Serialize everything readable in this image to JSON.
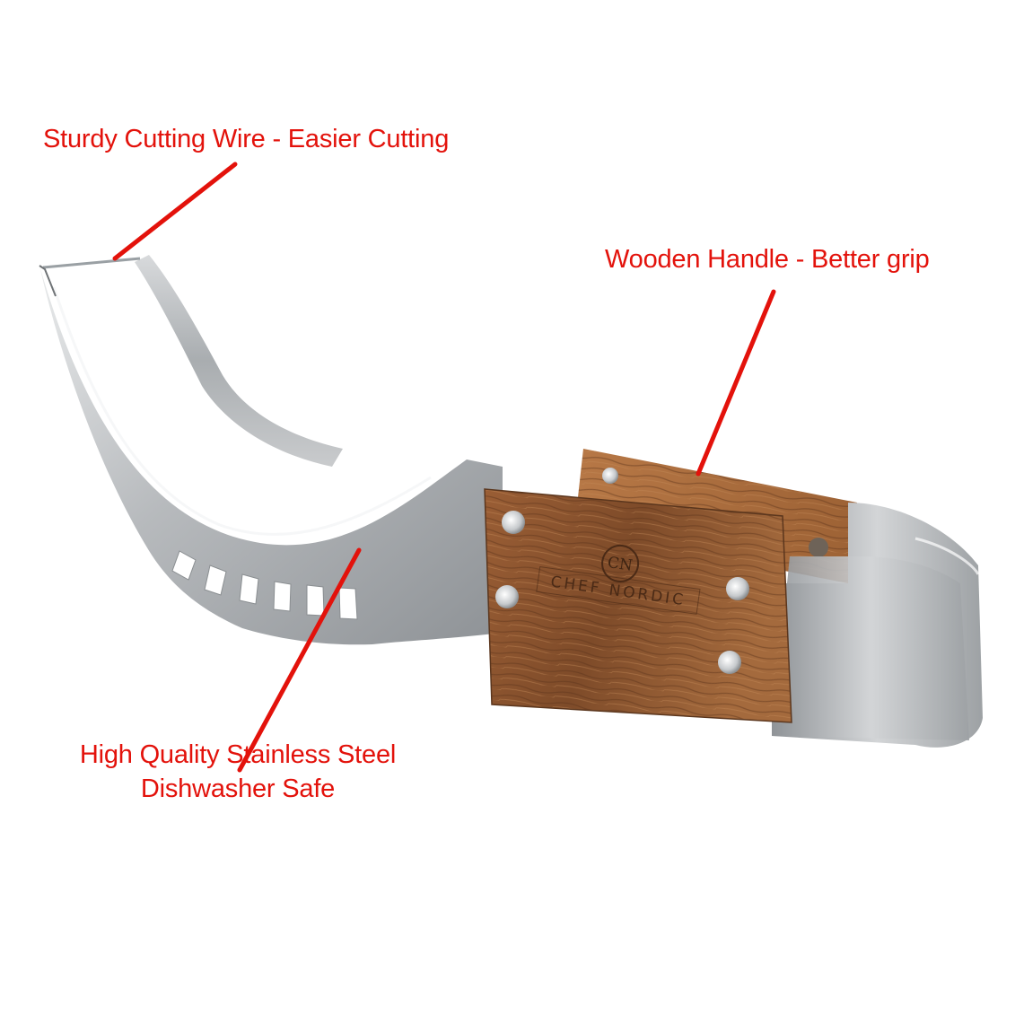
{
  "callouts": {
    "wire": "Sturdy Cutting Wire - Easier Cutting",
    "handle": "Wooden Handle - Better grip",
    "steel_line1": "High Quality Stainless Steel",
    "steel_line2": "Dishwasher Safe"
  },
  "brand": {
    "monogram": "CN",
    "name": "CHEF NORDIC"
  },
  "colors": {
    "annotation": "#e3120b",
    "steel": "#b9bcbf",
    "wood": "#8a5530",
    "background": "#ffffff"
  }
}
